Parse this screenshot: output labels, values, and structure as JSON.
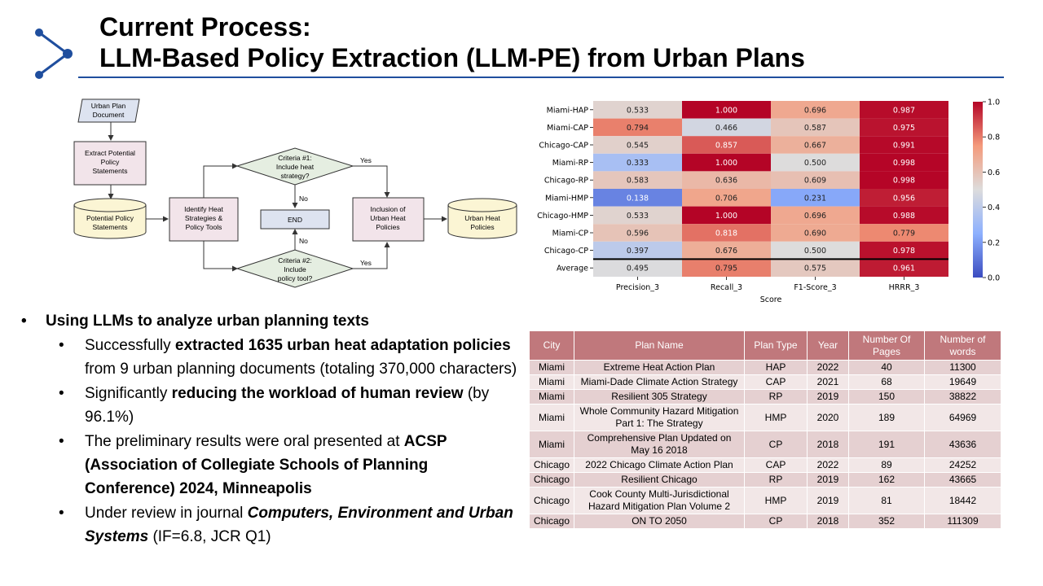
{
  "title": {
    "line1": "Current Process:",
    "line2": "LLM-Based Policy Extraction (LLM-PE) from Urban Plans"
  },
  "colors": {
    "accent": "#1f4e9e",
    "table_header": "#c0787c",
    "table_row_a": "#e5d0d1",
    "table_row_b": "#f2e7e7"
  },
  "flowchart": {
    "doc": "Urban Plan|Document",
    "extract": "Extract Potential|Policy|Statements",
    "potential": "Potential Policy|Statements",
    "identify": "Identify Heat|Strategies &|Policy Tools",
    "criteria1": "Criteria #1:|Include heat|strategy?",
    "criteria2": "Criteria #2:|Include|policy tool?",
    "end": "END",
    "inclusion": "Inclusion of|Urban Heat|Policies",
    "output": "Urban Heat|Policies",
    "yes": "Yes",
    "no": "No"
  },
  "chart_data": {
    "type": "heatmap",
    "rows": [
      "Miami-HAP",
      "Miami-CAP",
      "Chicago-CAP",
      "Miami-RP",
      "Chicago-RP",
      "Miami-HMP",
      "Chicago-HMP",
      "Miami-CP",
      "Chicago-CP",
      "Average"
    ],
    "columns": [
      "Precision_3",
      "Recall_3",
      "F1-Score_3",
      "HRRR_3"
    ],
    "values": [
      [
        0.533,
        1.0,
        0.696,
        0.987
      ],
      [
        0.794,
        0.466,
        0.587,
        0.975
      ],
      [
        0.545,
        0.857,
        0.667,
        0.991
      ],
      [
        0.333,
        1.0,
        0.5,
        0.998
      ],
      [
        0.583,
        0.636,
        0.609,
        0.998
      ],
      [
        0.138,
        0.706,
        0.231,
        0.956
      ],
      [
        0.533,
        1.0,
        0.696,
        0.988
      ],
      [
        0.596,
        0.818,
        0.69,
        0.779
      ],
      [
        0.397,
        0.676,
        0.5,
        0.978
      ],
      [
        0.495,
        0.795,
        0.575,
        0.961
      ]
    ],
    "labels": [
      [
        "0.533",
        "1.000",
        "0.696",
        "0.987"
      ],
      [
        "0.794",
        "0.466",
        "0.587",
        "0.975"
      ],
      [
        "0.545",
        "0.857",
        "0.667",
        "0.991"
      ],
      [
        "0.333",
        "1.000",
        "0.500",
        "0.998"
      ],
      [
        "0.583",
        "0.636",
        "0.609",
        "0.998"
      ],
      [
        "0.138",
        "0.706",
        "0.231",
        "0.956"
      ],
      [
        "0.533",
        "1.000",
        "0.696",
        "0.988"
      ],
      [
        "0.596",
        "0.818",
        "0.690",
        "0.779"
      ],
      [
        "0.397",
        "0.676",
        "0.500",
        "0.978"
      ],
      [
        "0.495",
        "0.795",
        "0.575",
        "0.961"
      ]
    ],
    "xlabel": "Score",
    "colorbar_ticks": [
      "0.0",
      "0.2",
      "0.4",
      "0.6",
      "0.8",
      "1.0"
    ],
    "vmin": 0,
    "vmax": 1,
    "colormap": "coolwarm",
    "grid": false
  },
  "bullets": {
    "main": "Using LLMs to analyze urban planning texts",
    "items": [
      {
        "pre": "Successfully ",
        "bold": "extracted 1635 urban heat adaptation policies",
        "post": " from 9 urban planning documents (totaling 370,000 characters)"
      },
      {
        "pre": "Significantly ",
        "bold": "reducing the workload of human review",
        "post": " (by 96.1%)"
      },
      {
        "pre": "The preliminary results were oral presented at ",
        "bold": "ACSP (Association of Collegiate Schools of Planning Conference) 2024, Minneapolis",
        "post": ""
      }
    ],
    "journal": {
      "pre": "Under review in journal ",
      "title": "Computers, Environment and Urban Systems",
      "post": " (IF=6.8, JCR Q1)"
    }
  },
  "table": {
    "headers": [
      "City",
      "Plan Name",
      "Plan Type",
      "Year",
      "Number Of Pages",
      "Number of words"
    ],
    "rows": [
      [
        "Miami",
        "Extreme Heat Action Plan",
        "HAP",
        "2022",
        "40",
        "11300"
      ],
      [
        "Miami",
        "Miami-Dade Climate Action Strategy",
        "CAP",
        "2021",
        "68",
        "19649"
      ],
      [
        "Miami",
        "Resilient 305 Strategy",
        "RP",
        "2019",
        "150",
        "38822"
      ],
      [
        "Miami",
        "Whole Community Hazard Mitigation Part 1: The Strategy",
        "HMP",
        "2020",
        "189",
        "64969"
      ],
      [
        "Miami",
        "Comprehensive Plan Updated on May 16 2018",
        "CP",
        "2018",
        "191",
        "43636"
      ],
      [
        "Chicago",
        "2022 Chicago Climate Action Plan",
        "CAP",
        "2022",
        "89",
        "24252"
      ],
      [
        "Chicago",
        "Resilient Chicago",
        "RP",
        "2019",
        "162",
        "43665"
      ],
      [
        "Chicago",
        "Cook County Multi-Jurisdictional Hazard Mitigation Plan Volume 2",
        "HMP",
        "2019",
        "81",
        "18442"
      ],
      [
        "Chicago",
        "ON TO 2050",
        "CP",
        "2018",
        "352",
        "111309"
      ]
    ]
  }
}
